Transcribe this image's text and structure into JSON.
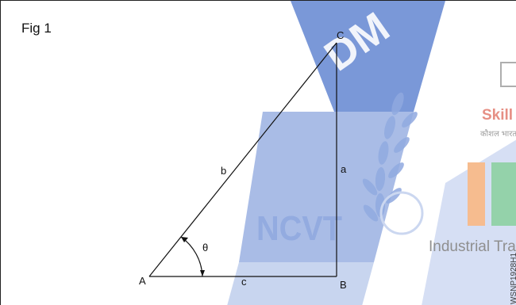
{
  "figure": {
    "caption": "Fig 1",
    "vertices": {
      "a": "A",
      "b": "B",
      "c": "C"
    },
    "sides": {
      "opposite": "a",
      "hypotenuse": "b",
      "adjacent": "c"
    },
    "angle_symbol": "θ"
  },
  "watermarks": {
    "seal_text": "NCVT",
    "arc_text": "DM",
    "skill_text": "Skill",
    "skill_subtext": "कौशल भारत",
    "org_text": "Industrial Tra",
    "code_text": "WSNP1928H1"
  },
  "colors": {
    "line": "#111111",
    "watermark_blue": "#5a7fcf",
    "watermark_light": "#c9d5f0",
    "orange": "#f6b98a",
    "green": "#8fd0a6",
    "skill_red": "#e58a7e"
  }
}
